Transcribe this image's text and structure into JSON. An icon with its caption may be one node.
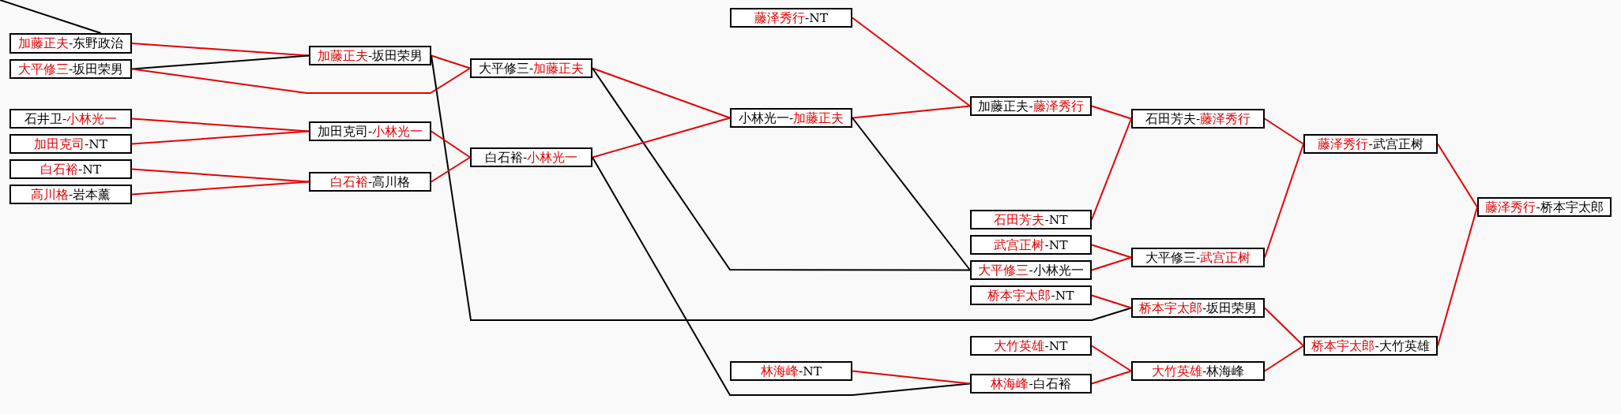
{
  "diagram": {
    "nodes": [
      {
        "text": [
          "加藤正夫-东野政治"
        ]
      },
      {
        "text": [
          "大平修三-坂田荣男"
        ]
      },
      {
        "text": [
          "石井卫-小林光一"
        ]
      },
      {
        "text": [
          "加田克司-NT"
        ]
      },
      {
        "text": [
          "白石裕-NT"
        ]
      },
      {
        "text": [
          "高川格-岩本薰"
        ]
      },
      {
        "text": [
          "加藤正夫-坂田荣男"
        ]
      },
      {
        "text": [
          "加田克司-小林光一"
        ]
      },
      {
        "text": [
          "白石裕-高川格"
        ]
      },
      {
        "text": [
          "大平修三-加藤正夫"
        ]
      },
      {
        "text": [
          "白石裕-小林光一"
        ]
      },
      {
        "text": [
          "藤泽秀行-NT"
        ]
      },
      {
        "text": [
          "小林光一-加藤正夫"
        ]
      },
      {
        "text": [
          "林海峰-NT"
        ]
      },
      {
        "text": [
          "加藤正夫-藤泽秀行"
        ]
      },
      {
        "text": [
          "石田芳夫-NT"
        ]
      },
      {
        "text": [
          "武宫正树-NT"
        ]
      },
      {
        "text": [
          "大平修三-小林光一"
        ]
      },
      {
        "text": [
          "桥本宇太郎-NT"
        ]
      },
      {
        "text": [
          "大竹英雄-NT"
        ]
      },
      {
        "text": [
          "林海峰-白石裕"
        ]
      },
      {
        "text": [
          "石田芳夫-藤泽秀行"
        ]
      },
      {
        "text": [
          "大平修三-武宫正树"
        ]
      },
      {
        "text": [
          "桥本宇太郎-坂田荣男"
        ]
      },
      {
        "text": [
          "大竹英雄-林海峰"
        ]
      },
      {
        "text": [
          "藤泽秀行-武宫正树"
        ]
      },
      {
        "text": [
          "桥本宇太郎-大竹英雄"
        ]
      },
      {
        "text": [
          "藤泽秀行-桥本宇太郎"
        ]
      }
    ],
    "edges": [
      {
        "from": null,
        "to": 0,
        "arrow": "none",
        "color": "#000000"
      },
      {
        "from": 0,
        "to": 6,
        "arrow": "none"
      },
      {
        "from": 1,
        "to": 6,
        "arrow": "none",
        "color": "#000000"
      },
      {
        "from": 1,
        "to": 9,
        "arrow": "none"
      },
      {
        "from": 2,
        "to": 7,
        "arrow": "none"
      },
      {
        "from": 3,
        "to": 7,
        "arrow": "none"
      },
      {
        "from": 4,
        "to": 8,
        "arrow": "none"
      },
      {
        "from": 5,
        "to": 8,
        "arrow": "none"
      },
      {
        "from": 6,
        "to": 9,
        "arrow": "none"
      },
      {
        "from": 6,
        "to": 23,
        "arrow": "none",
        "color": "#000000"
      },
      {
        "from": 7,
        "to": 10,
        "arrow": "none"
      },
      {
        "from": 8,
        "to": 10,
        "arrow": "none"
      },
      {
        "from": 9,
        "to": 12,
        "arrow": "none"
      },
      {
        "from": 9,
        "to": 17,
        "arrow": "none",
        "color": "#000000"
      },
      {
        "from": 10,
        "to": 12,
        "arrow": "none"
      },
      {
        "from": 10,
        "to": 20,
        "arrow": "none",
        "color": "#000000"
      },
      {
        "from": 11,
        "to": 14,
        "arrow": "none"
      },
      {
        "from": 12,
        "to": 14,
        "arrow": "none"
      },
      {
        "from": 12,
        "to": 17,
        "arrow": "none",
        "color": "#000000"
      },
      {
        "from": 13,
        "to": 20,
        "arrow": "none"
      },
      {
        "from": 14,
        "to": 21,
        "arrow": "none"
      },
      {
        "from": 15,
        "to": 21,
        "arrow": "none"
      },
      {
        "from": 16,
        "to": 22,
        "arrow": "none"
      },
      {
        "from": 17,
        "to": 22,
        "arrow": "none"
      },
      {
        "from": 18,
        "to": 23,
        "arrow": "none"
      },
      {
        "from": 19,
        "to": 24,
        "arrow": "none"
      },
      {
        "from": 20,
        "to": 24,
        "arrow": "none"
      },
      {
        "from": 21,
        "to": 25,
        "arrow": "none"
      },
      {
        "from": 22,
        "to": 25,
        "arrow": "none"
      },
      {
        "from": 23,
        "to": 26,
        "arrow": "none"
      },
      {
        "from": 24,
        "to": 26,
        "arrow": "none"
      },
      {
        "from": 25,
        "to": 27,
        "arrow": "none"
      },
      {
        "from": 26,
        "to": 27,
        "arrow": "none"
      }
    ]
  }
}
